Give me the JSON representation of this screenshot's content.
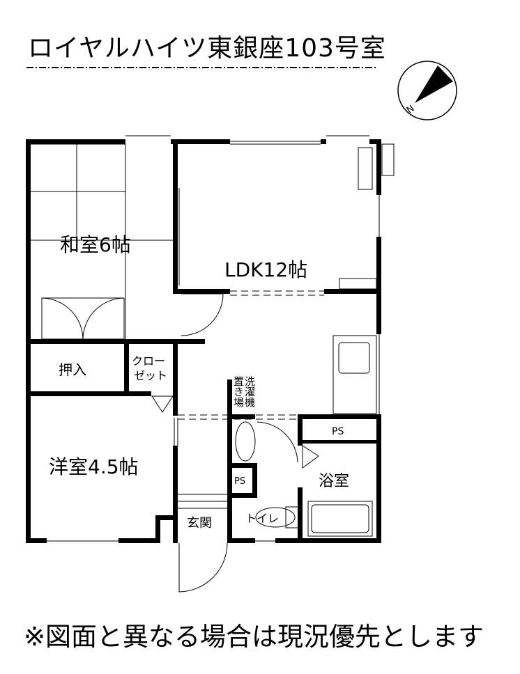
{
  "title": "ロイヤルハイツ東銀座103号室",
  "compass": {
    "label": "N"
  },
  "rooms": {
    "washitsu": "和室6帖",
    "ldk": "LDK12帖",
    "oshiire": "押入",
    "closet_line1": "クロー",
    "closet_line2": "ゼット",
    "yoshitsu": "洋室4.5帖",
    "genkan": "玄関",
    "washer_col1": "洗濯機",
    "washer_col2": "置き場",
    "ps1": "PS",
    "ps2": "PS",
    "bath": "浴室",
    "toilet": "トイレ"
  },
  "note": "※図面と異なる場合は現況優先とします"
}
